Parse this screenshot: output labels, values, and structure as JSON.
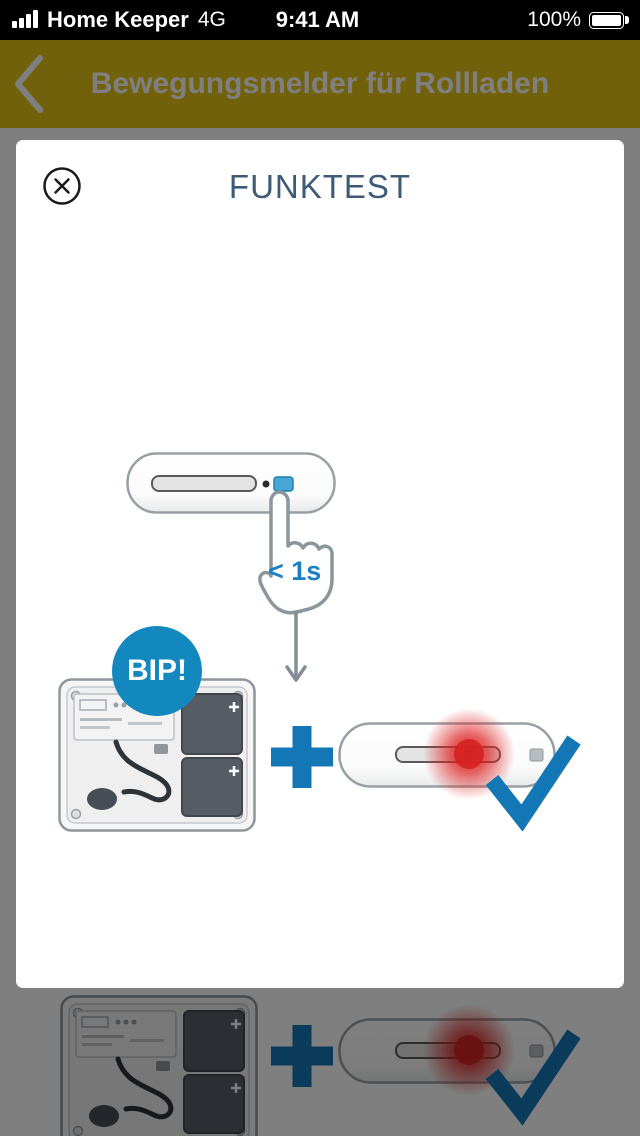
{
  "status_bar": {
    "carrier": "Home Keeper",
    "network": "4G",
    "time": "9:41 AM",
    "battery_percent": "100%"
  },
  "nav": {
    "title": "Bewegungsmelder für Rollladen"
  },
  "modal": {
    "title": "FUNKTEST",
    "bip_badge": "BIP!",
    "press_duration": "< 1s"
  },
  "icons": {
    "signal": "signal-strength-icon",
    "battery": "battery-icon",
    "back": "chevron-left-icon",
    "close": "close-circle-icon",
    "hand": "tap-hand-icon",
    "arrow": "down-arrow-icon",
    "plus": "plus-icon",
    "check": "checkmark-icon"
  },
  "colors": {
    "nav_yellow": "#E5C317",
    "accent_blue": "#1288BF",
    "action_blue": "#1477B5",
    "title_blue": "#3D5A78",
    "led_red": "#DD2222",
    "scrim": "rgba(0,0,0,0.50)"
  }
}
